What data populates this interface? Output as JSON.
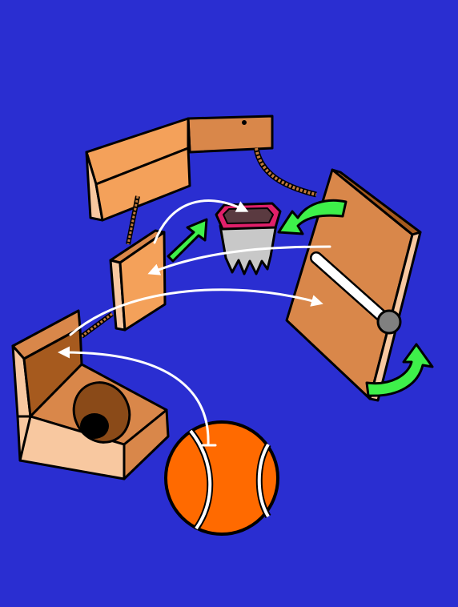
{
  "scene": {
    "type": "physics-puzzle-illustration",
    "colors": {
      "background": "#2a2ed1",
      "wood_light": "#f4a15a",
      "wood_mid": "#d9874a",
      "wood_dark": "#8a4a18",
      "wood_pale": "#f8c8a0",
      "ball": "#ff6a00",
      "ball_seam": "#ffffff",
      "bucket_rim": "#e0206a",
      "bucket_body": "#c8c8c8",
      "rod": "#ffffff",
      "pivot": "#808080",
      "green_arrow": "#3ef04a",
      "path_arrow": "#ffffff",
      "rope": "#c27a3a"
    },
    "objects": [
      {
        "name": "top-board",
        "icon": "wooden-board"
      },
      {
        "name": "pulley-rope",
        "icon": "rope"
      },
      {
        "name": "bucket",
        "icon": "bucket"
      },
      {
        "name": "middle-panel",
        "icon": "wooden-panel"
      },
      {
        "name": "hinged-door",
        "icon": "swinging-door"
      },
      {
        "name": "release-rod",
        "icon": "rod"
      },
      {
        "name": "goal-box",
        "icon": "box-with-hole"
      },
      {
        "name": "tennis-ball",
        "icon": "ball"
      }
    ]
  }
}
